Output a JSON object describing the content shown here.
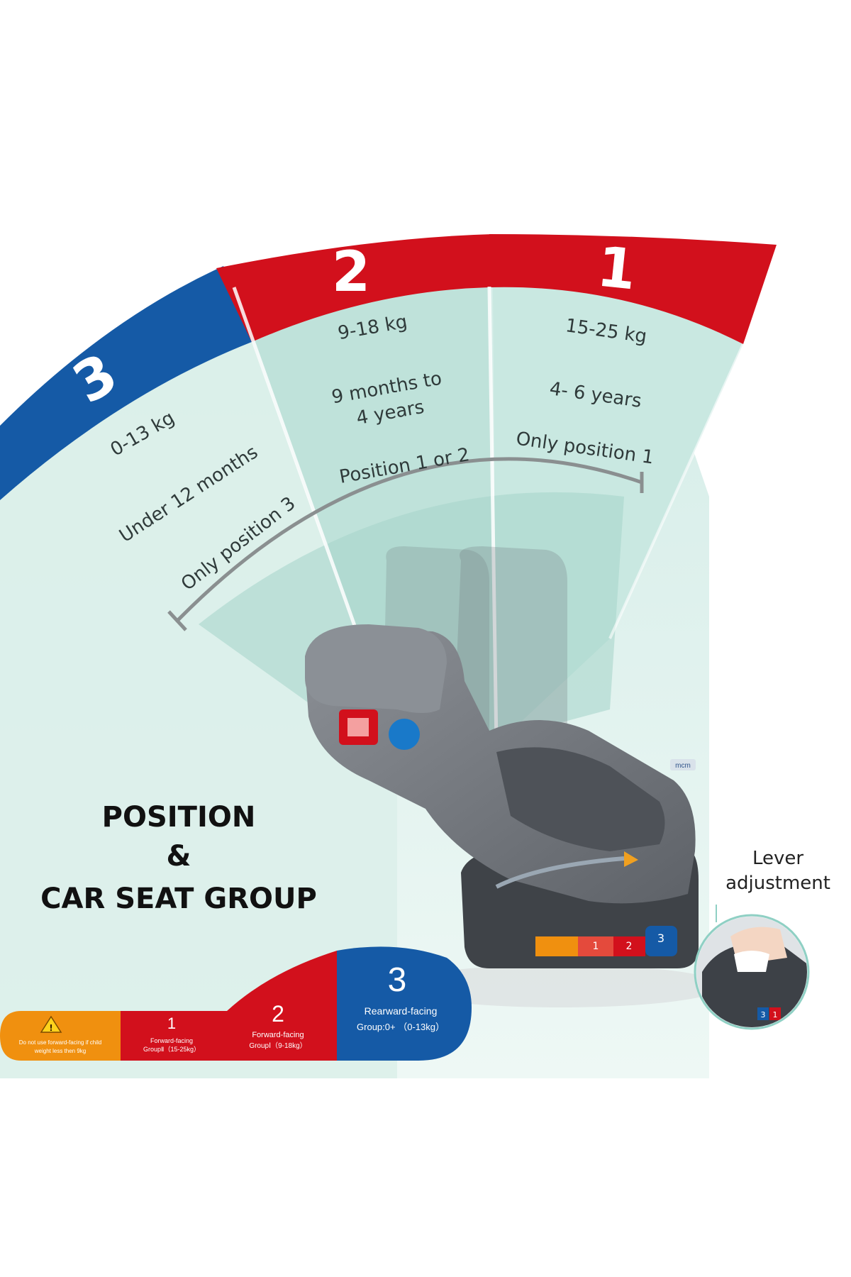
{
  "colors": {
    "red": "#d2101c",
    "blue": "#155aa6",
    "orange": "#f0900f",
    "teal_light": "#e4f3ef",
    "teal_mid": "#c4e4dd",
    "teal_dark": "#9fcfc6",
    "seat_gray": "#7b7f85"
  },
  "groups": [
    {
      "number": "3",
      "weight": "0-13 kg",
      "age": "Under 12 months",
      "position": "Only position 3"
    },
    {
      "number": "2",
      "weight": "9-18 kg",
      "age_line1": "9 months to",
      "age_line2": "4 years",
      "position": "Position 1 or 2"
    },
    {
      "number": "1",
      "weight": "15-25 kg",
      "age": "4- 6 years",
      "position": "Only position 1"
    }
  ],
  "title": {
    "line1": "POSITION",
    "line2": "&",
    "line3": "CAR SEAT GROUP"
  },
  "bottom_bar": {
    "warning": {
      "icon": "warning-icon",
      "line1": "Do not use forward-facing if child",
      "line2": "weight less then 9kg"
    },
    "seg1": {
      "number": "1",
      "line1": "Forward-facing",
      "line2": "GroupⅡ（15-25kg）"
    },
    "seg2": {
      "number": "2",
      "line1": "Forward-facing",
      "line2": "GroupⅠ（9-18kg）"
    },
    "seg3": {
      "number": "3",
      "line1": "Rearward-facing",
      "line2": "Group:0+ （0-13kg）"
    }
  },
  "lever": {
    "line1": "Lever",
    "line2": "adjustment"
  },
  "seat_label": "mcm",
  "mini_badges": [
    "1",
    "2",
    "3"
  ],
  "inset_badges": [
    "3",
    "1"
  ]
}
